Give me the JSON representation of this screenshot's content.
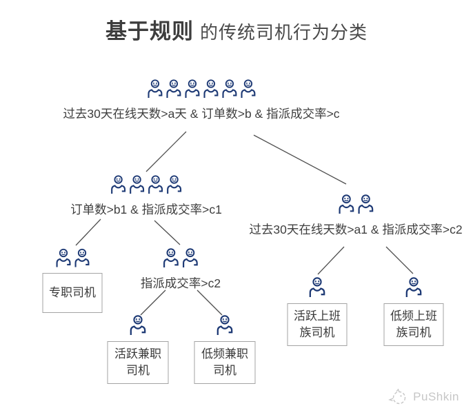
{
  "title": {
    "bold": "基于规则",
    "rest": "的传统司机行为分类"
  },
  "tree": {
    "root": {
      "condition": "过去30天在线天数>a天 & 订单数>b & 指派成交率>c",
      "icon_count": 6
    },
    "left": {
      "condition": "订单数>b1 & 指派成交率>c1",
      "icon_count": 4
    },
    "right": {
      "condition": "过去30天在线天数>a1 & 指派成交率>c2",
      "icon_count": 2
    },
    "left_left": {
      "label": "专职司机",
      "icon_count": 2
    },
    "left_right": {
      "condition": "指派成交率>c2",
      "icon_count": 2
    },
    "left_right_left": {
      "label": "活跃兼职\n司机",
      "icon_count": 1
    },
    "left_right_right": {
      "label": "低频兼职\n司机",
      "icon_count": 1
    },
    "right_left": {
      "label": "活跃上班\n族司机",
      "icon_count": 1
    },
    "right_right": {
      "label": "低频上班\n族司机",
      "icon_count": 1
    }
  },
  "watermark": {
    "label": "PuShkin"
  },
  "colors": {
    "icon_color": "#1e3a75",
    "text_color": "#3f3f3f",
    "line_color": "#4f4f4f",
    "box_border": "#a3a3a3",
    "watermark_color": "#c6c6c6"
  }
}
